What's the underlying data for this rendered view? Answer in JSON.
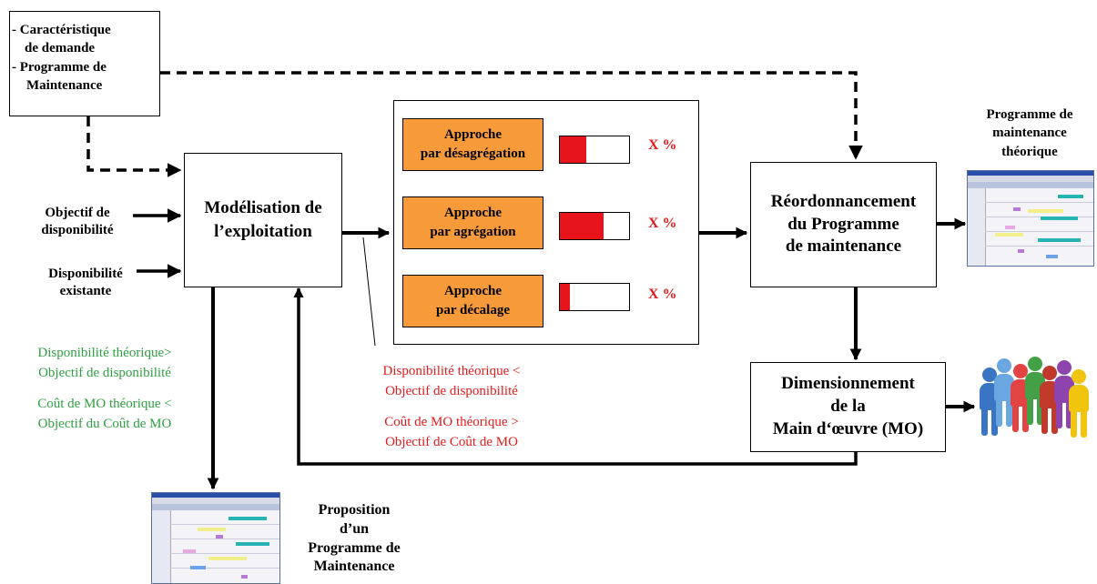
{
  "input_box": {
    "line1": "- Caractéristique",
    "line2": "de demande",
    "line3": "- Programme de",
    "line4": "Maintenance"
  },
  "inputs": {
    "objective": "Objectif de\ndisponibilité",
    "existing": "Disponibilité\nexistante"
  },
  "modeling_box": "Modélisation de\nl’exploitation",
  "approaches": [
    {
      "label": "Approche\npar désagrégation",
      "fill": 0.38,
      "pct": "X %"
    },
    {
      "label": "Approche\npar agrégation",
      "fill": 0.63,
      "pct": "X %"
    },
    {
      "label": "Approche\npar décalage",
      "fill": 0.14,
      "pct": "X %"
    }
  ],
  "reorder_box": "Réordonnancement\ndu Programme\nde maintenance",
  "theoretical_label": "Programme de\nmaintenance\nthéorique",
  "staffing_box": "Dimensionnement\nde la\nMain d‘œuvre (MO)",
  "green_conditions": {
    "avail": "Disponibilité théorique>\nObjectif de disponibilité",
    "cost": "Coût de MO théorique <\nObjectif du Coût de MO"
  },
  "red_conditions": {
    "avail": "Disponibilité théorique <\nObjectif de disponibilité",
    "cost": "Coût de MO théorique >\nObjectif de Coût de MO"
  },
  "proposal_label": "Proposition\nd’un\nProgramme de\nMaintenance",
  "colors": {
    "orange": "#f79a3a",
    "bar_red": "#e8141b",
    "green_text": "#2e9f40",
    "red_text": "#e31a1a"
  },
  "icons": [
    "screenshot-thumbnail-icon",
    "people-group-icon"
  ]
}
